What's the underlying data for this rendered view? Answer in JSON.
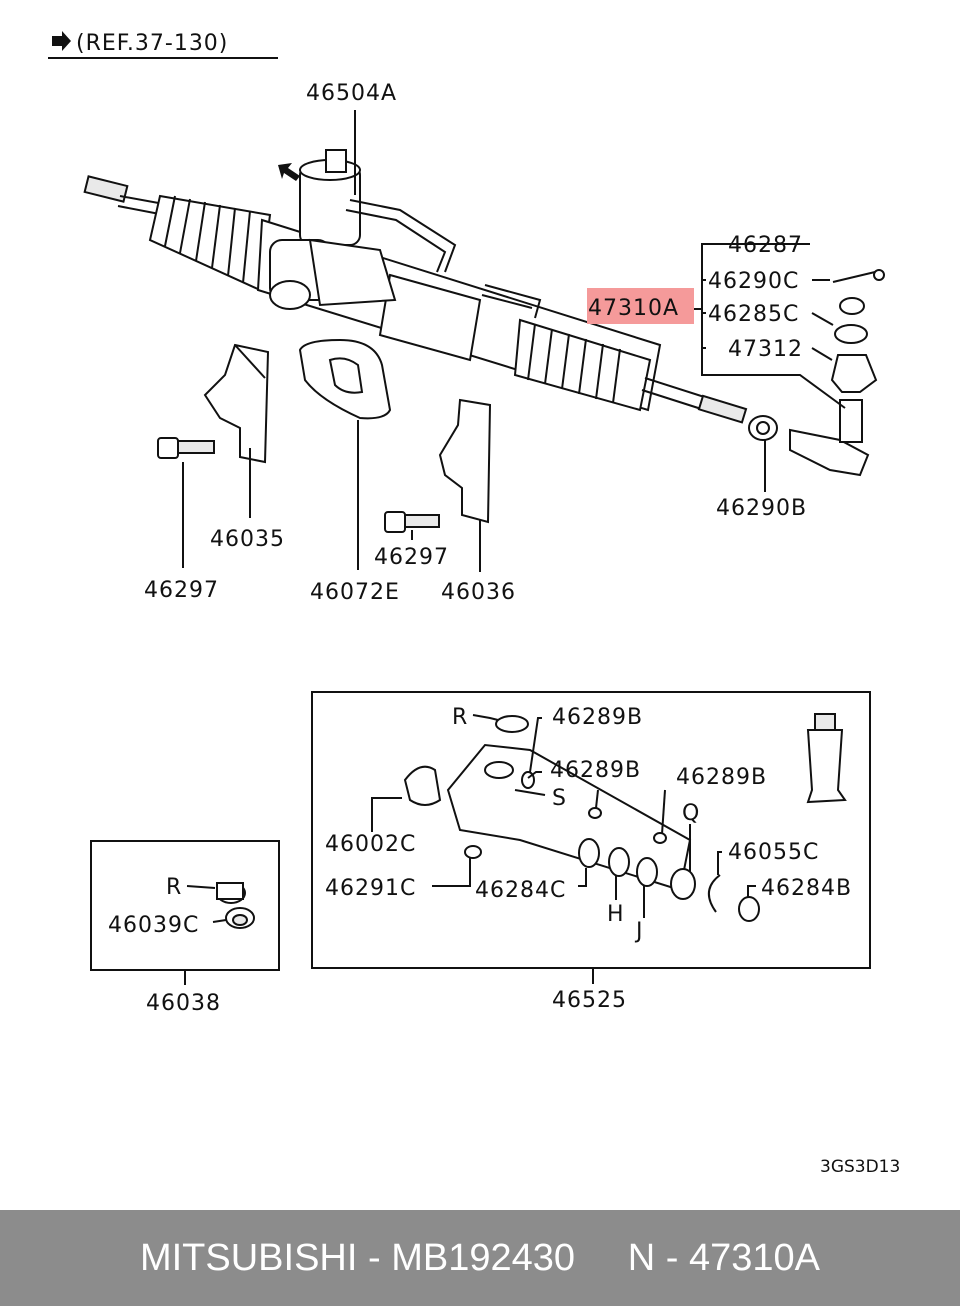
{
  "diagram": {
    "reference": "(REF.37-130)",
    "drawing_code": "3GS3D13",
    "highlight_color": "#f59a9a",
    "highlighted_part": "47310A",
    "labels": {
      "l46504A": "46504A",
      "l46287": "46287",
      "l46290C": "46290C",
      "l46285C": "46285C",
      "l47312": "47312",
      "l47310A": "47310A",
      "l46290B": "46290B",
      "l46297a": "46297",
      "l46035": "46035",
      "l46297b": "46297",
      "l46072E": "46072E",
      "l46036": "46036",
      "l46038": "46038",
      "l46039C": "46039C",
      "lR1": "R",
      "lR2": "R",
      "l46289B1": "46289B",
      "l46289B2": "46289B",
      "l46289B3": "46289B",
      "lS": "S",
      "lQ": "Q",
      "l46002C": "46002C",
      "l46055C": "46055C",
      "l46291C": "46291C",
      "l46284C": "46284C",
      "l46284B": "46284B",
      "lH": "H",
      "lJ": "J",
      "l46525": "46525"
    }
  },
  "footer": {
    "text": "MITSUBISHI - MB192430     N - 47310A",
    "background": "#8c8c8c",
    "color": "#ffffff"
  }
}
